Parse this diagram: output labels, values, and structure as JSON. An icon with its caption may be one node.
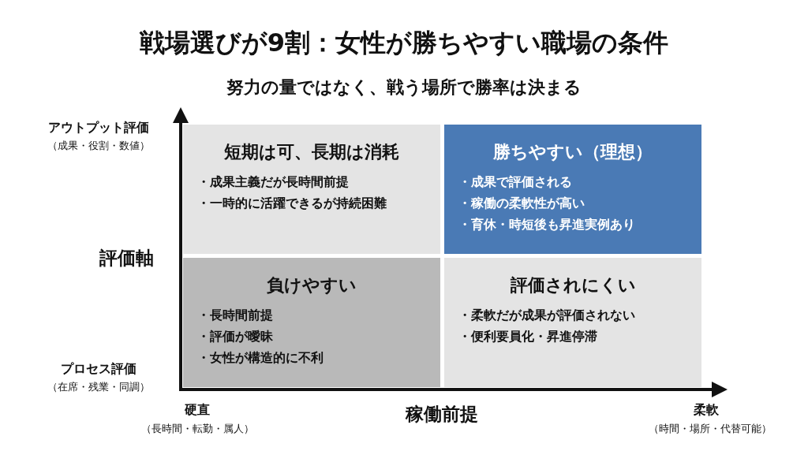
{
  "diagram": {
    "title": "戦場選びが9割：女性が勝ちやすい職場の条件",
    "nodes": [
      {
        "text": [
          "短期は可、長期は消耗",
          "・成果主義だが長時間前提",
          "・一時的に活躍できるが持続困難"
        ]
      },
      {
        "text": [
          "勝ちやすい（理想）",
          "・成果で評価される",
          "・稼働の柔軟性が高い",
          "・育休・時短後も昇進実例あり"
        ]
      },
      {
        "text": [
          "負けやすい",
          "・長時間前提",
          "・評価が曖昧",
          "・女性が構造的に不利"
        ]
      },
      {
        "text": [
          "評価されにくい",
          "・柔軟だが成果が評価されない",
          "・便利要員化・昇進停滞"
        ]
      }
    ],
    "labels": [
      "努力の量ではなく、戦う場所で勝率は決まる",
      "アウトプット評価",
      "（成果・役割・数値）",
      "評価軸",
      "プロセス評価",
      "（在席・残業・同調）",
      "硬直",
      "（長時間・転勤・属人）",
      "稼働前提",
      "柔軟",
      "（時間・場所・代替可能）"
    ]
  }
}
